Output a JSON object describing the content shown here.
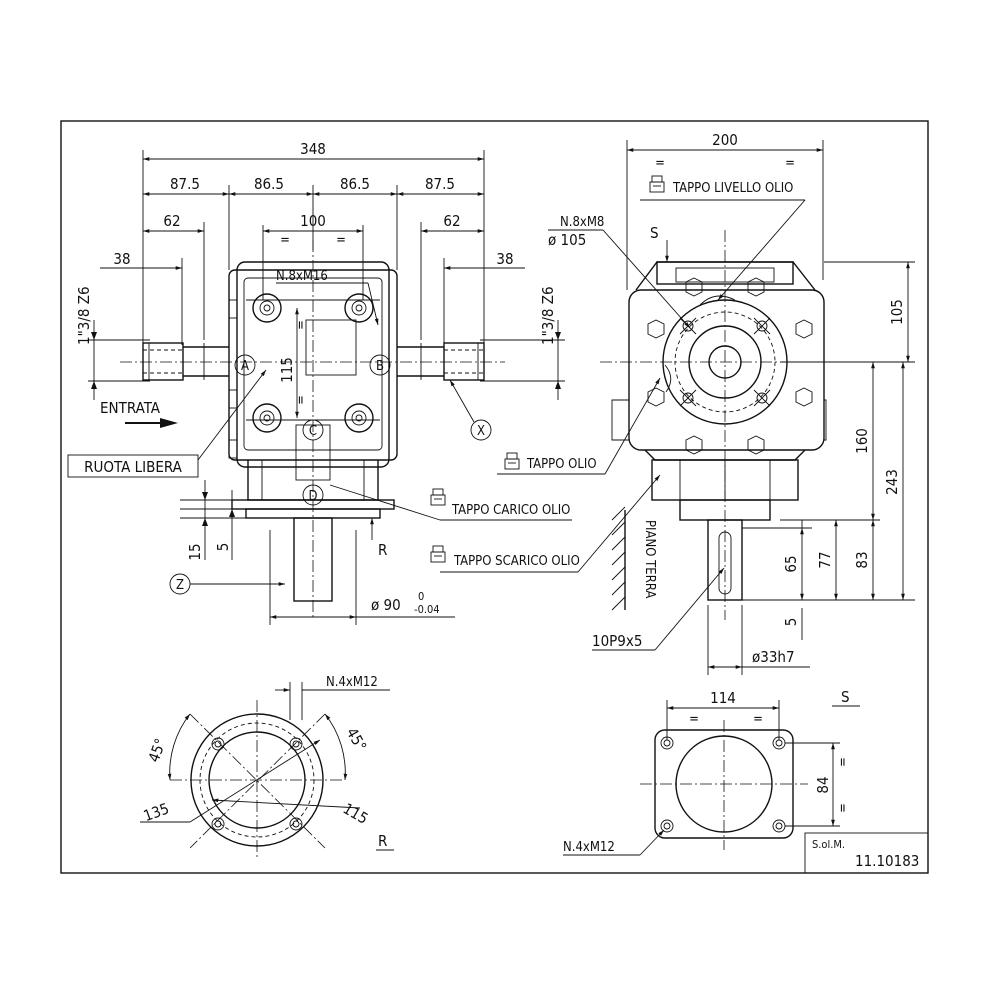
{
  "dimensions": {
    "d348": "348",
    "d87_5_left": "87.5",
    "d86_5_left": "86.5",
    "d86_5_right": "86.5",
    "d87_5_right": "87.5",
    "d62_left": "62",
    "d100": "100",
    "d62_right": "62",
    "d38_left": "38",
    "d38_right": "38",
    "d115": "115",
    "d15": "15",
    "d5_left": "5",
    "d90": "ø 90",
    "d90_tol_upper": "0",
    "d90_tol_lower": "-0.04",
    "d200": "200",
    "d105_vert": "105",
    "d160": "160",
    "d243": "243",
    "d83": "83",
    "d77": "77",
    "d65": "65",
    "d5_right": "5",
    "d33": "ø33h7",
    "d114": "114",
    "d84": "84",
    "d135": "135",
    "d115_flange": "115",
    "d45_left": "45°",
    "d45_right": "45°",
    "equal": "="
  },
  "labels": {
    "thread_left": "1\"3/8 Z6",
    "thread_right": "1\"3/8 Z6",
    "bolts_m16": "N.8xM16",
    "bolts_m8": "N.8xM8",
    "bolt_circle_105": "ø 105",
    "entrata": "ENTRATA",
    "ruota_libera": "RUOTA LIBERA",
    "tappo_livello": "TAPPO LIVELLO OLIO",
    "tappo_olio": "TAPPO OLIO",
    "tappo_carico": "TAPPO CARICO OLIO",
    "tappo_scarico": "TAPPO SCARICO OLIO",
    "piano_terra": "PIANO TERRA",
    "key": "10P9x5",
    "bolts_m12_top": "N.4xM12",
    "bolts_m12_bottom": "N.4xM12",
    "view_s_top": "S",
    "view_s": "S",
    "view_r": "R",
    "view_r_bottom": "R",
    "circle_a": "A",
    "circle_b": "B",
    "circle_c": "C",
    "circle_d": "D",
    "circle_x": "X",
    "circle_z": "Z"
  },
  "title_block": {
    "label": "S.ol.M.",
    "code": "11.10183"
  }
}
